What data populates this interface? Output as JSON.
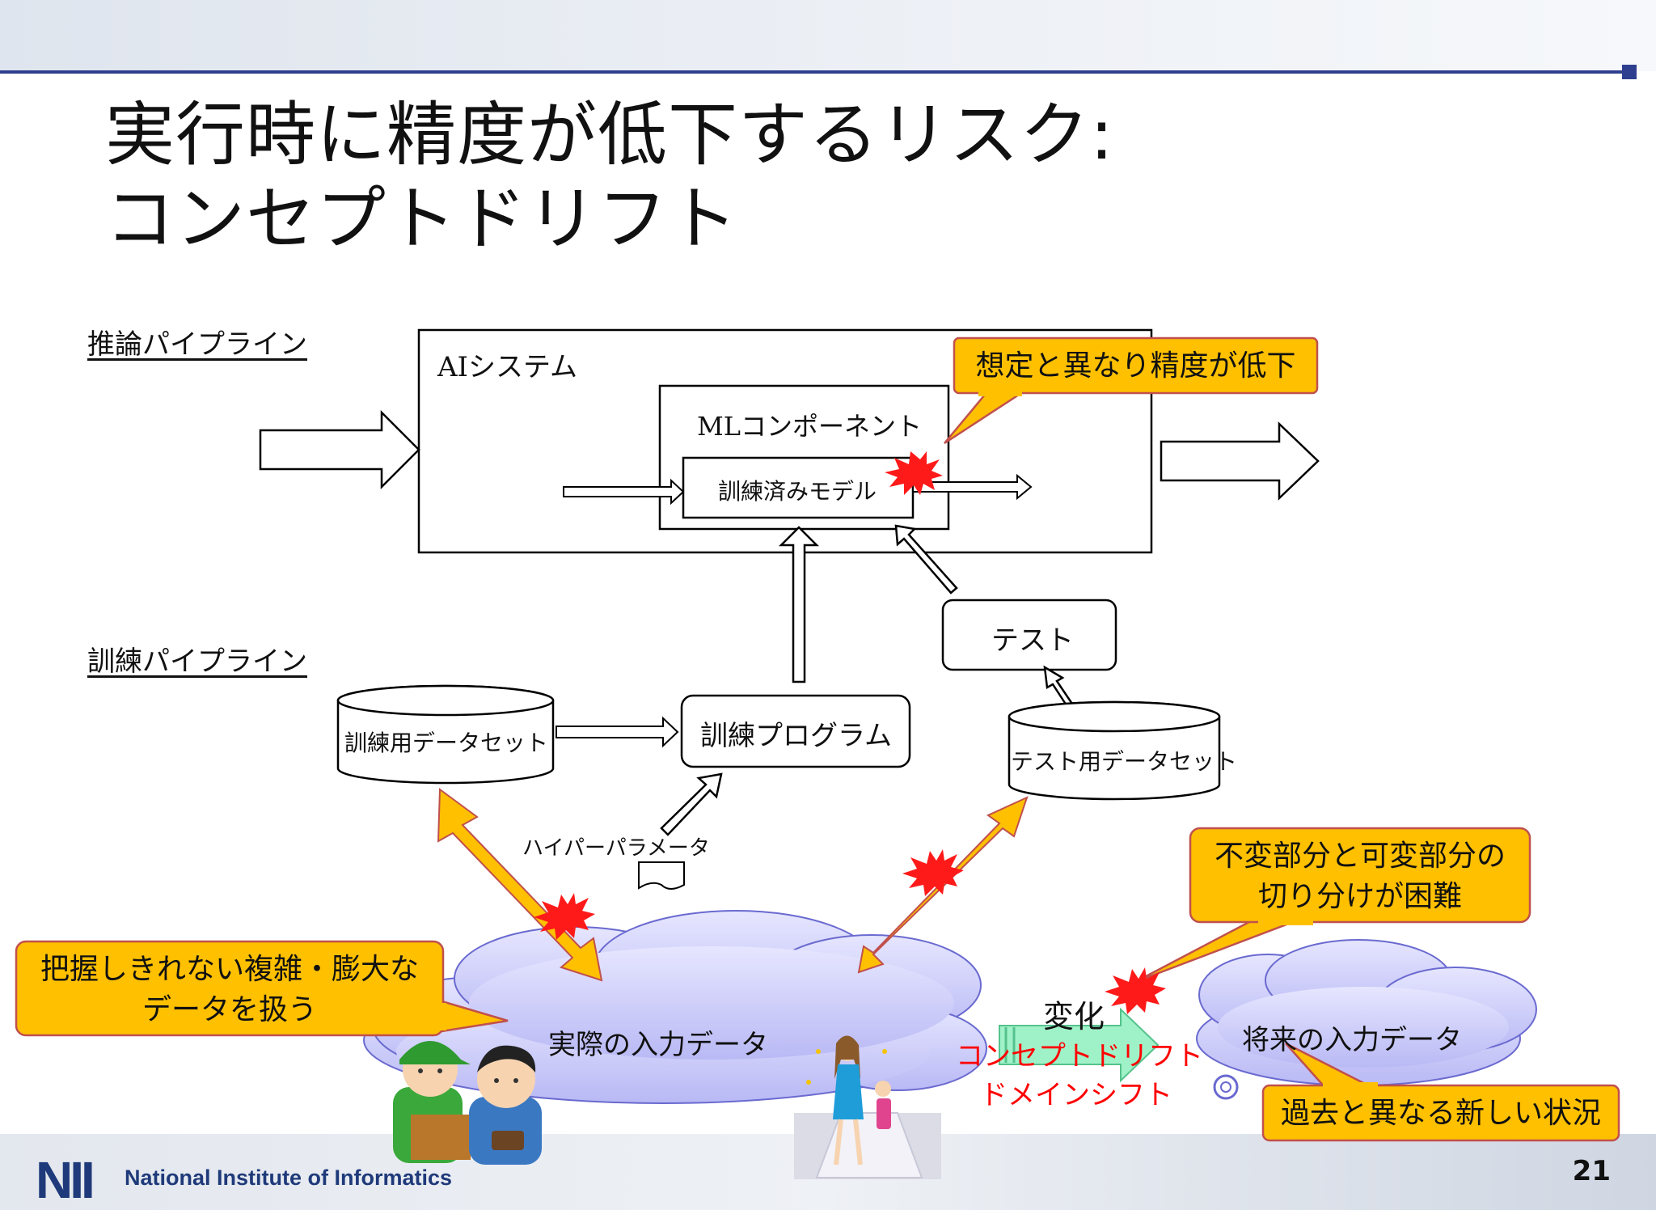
{
  "slide": {
    "title_line1": "実行時に精度が低下するリスク:",
    "title_line2": "コンセプトドリフト",
    "page_number": "21"
  },
  "footer": {
    "logo": "NII",
    "institute": "National Institute of Informatics"
  },
  "pipelines": {
    "inference": "推論パイプライン",
    "training": "訓練パイプライン"
  },
  "nodes": {
    "ai_system": "AIシステム",
    "ml_component": "MLコンポーネント",
    "trained_model": "訓練済みモデル",
    "test": "テスト",
    "training_dataset": "訓練用データセット",
    "training_program": "訓練プログラム",
    "test_dataset": "テスト用データセット",
    "hyperparameter": "ハイパーパラメータ",
    "actual_input": "実際の入力データ",
    "future_input": "将来の入力データ"
  },
  "change": {
    "label": "変化",
    "concept_drift": "コンセプトドリフト",
    "domain_shift": "ドメインシフト"
  },
  "callouts": {
    "accuracy_drop": "想定と異なり精度が低下",
    "complex_data_line1": "把握しきれない複雑・膨大な",
    "complex_data_line2": "データを扱う",
    "separation_line1": "不変部分と可変部分の",
    "separation_line2": "切り分けが困難",
    "new_situation": "過去と異なる新しい状況"
  },
  "colors": {
    "callout_fill": "#ffc000",
    "callout_border": "#c0504d",
    "burst": "#ff0000",
    "cloud": "#c8c8ff",
    "diag_arrow": "#ffc000",
    "drift_text": "#ff0000",
    "header_line": "#2e3f8f"
  }
}
